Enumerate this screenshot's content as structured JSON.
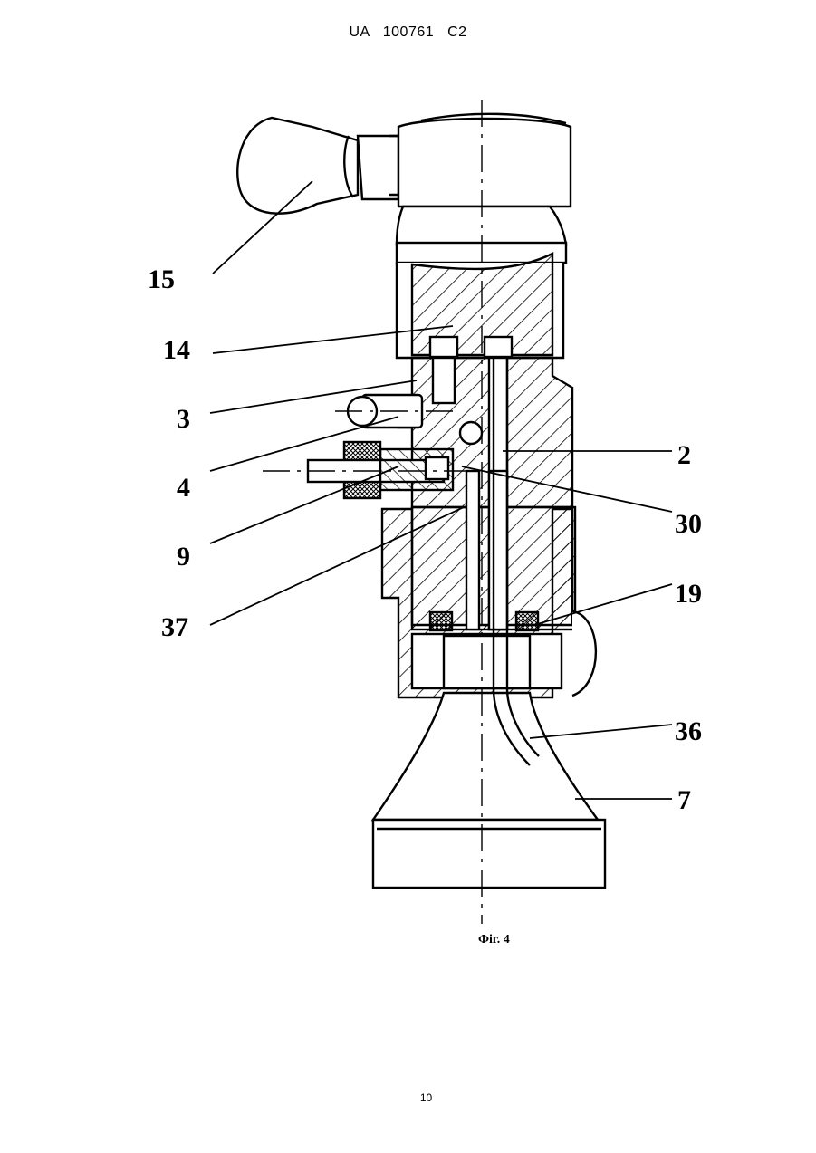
{
  "header": {
    "doc_number": "UA   100761   C2"
  },
  "figure": {
    "caption": "Фіг. 4",
    "labels": {
      "l15": "15",
      "l14": "14",
      "l3": "3",
      "l4": "4",
      "l9": "9",
      "l37": "37",
      "l2": "2",
      "l30": "30",
      "l19": "19",
      "l36": "36",
      "l7": "7"
    }
  },
  "footer": {
    "page_number": "10"
  }
}
